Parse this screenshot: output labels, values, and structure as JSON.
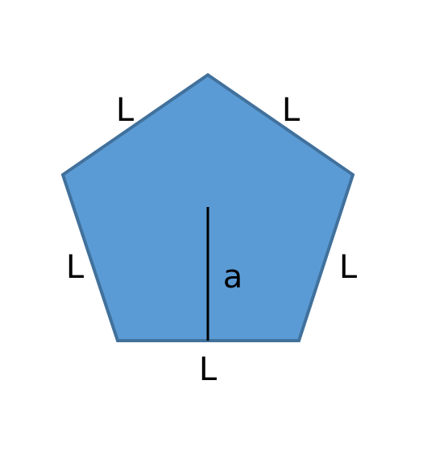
{
  "diagram": {
    "shape": "regular pentagon",
    "fill_color": "#5b9bd5",
    "stroke_color": "#41719c",
    "line_color": "#000000",
    "side_labels": {
      "top_left": "L",
      "top_right": "L",
      "left": "L",
      "right": "L",
      "bottom": "L"
    },
    "apothem_label": "a"
  }
}
